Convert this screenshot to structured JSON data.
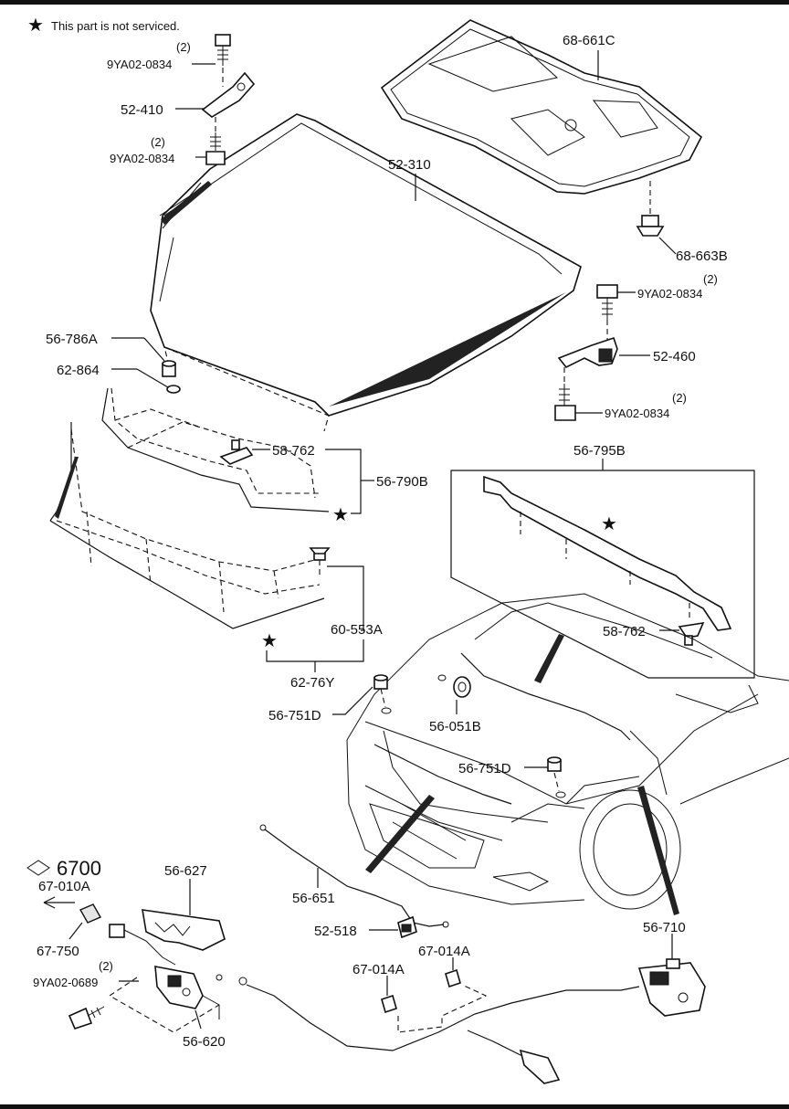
{
  "note": {
    "star": "★",
    "text": "This part is not serviced."
  },
  "refs": {
    "ref_6700": "6700",
    "ref_67010A": "67-010A"
  },
  "callouts": {
    "c_68661C": "68-661C",
    "c_68663B": "68-663B",
    "c_52310": "52-310",
    "c_52410": "52-410",
    "c_bolt1_qty": "(2)",
    "c_bolt1": "9YA02-0834",
    "c_bolt2_qty": "(2)",
    "c_bolt2": "9YA02-0834",
    "c_bolt3_qty": "(2)",
    "c_bolt3": "9YA02-0834",
    "c_bolt4_qty": "(2)",
    "c_bolt4": "9YA02-0834",
    "c_52460": "52-460",
    "c_56786A": "56-786A",
    "c_62864": "62-864",
    "c_58762a": "58-762",
    "c_56790B": "56-790B",
    "c_56795B": "56-795B",
    "c_58762b": "58-762",
    "c_60553A": "60-553A",
    "c_6276Y": "62-76Y",
    "c_56751Da": "56-751D",
    "c_56051B": "56-051B",
    "c_56751Db": "56-751D",
    "c_56627": "56-627",
    "c_56651": "56-651",
    "c_67750": "67-750",
    "c_bolt5_qty": "(2)",
    "c_bolt5": "9YA02-0689",
    "c_56620": "56-620",
    "c_52518": "52-518",
    "c_67014Aa": "67-014A",
    "c_67014Ab": "67-014A",
    "c_56710": "56-710"
  }
}
